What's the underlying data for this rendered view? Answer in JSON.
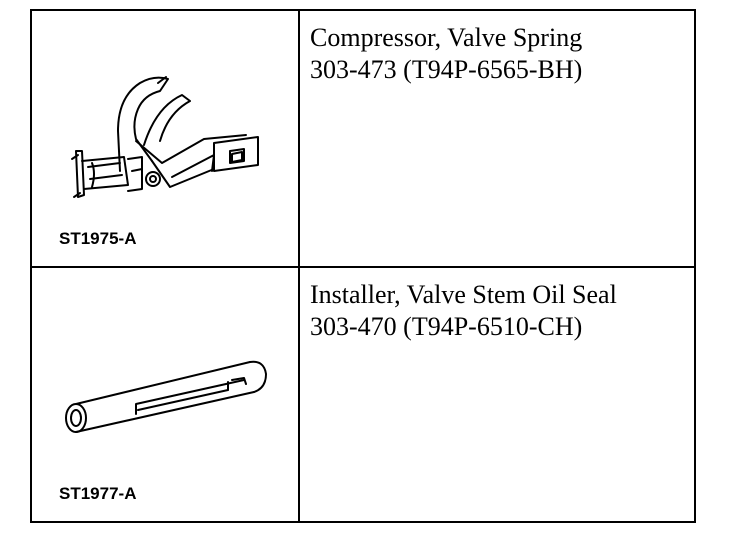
{
  "tools": [
    {
      "illustration_code": "ST1975-A",
      "illustration_icon": "valve-spring-compressor-icon",
      "name": "Compressor, Valve Spring",
      "number": "303-473 (T94P-6565-BH)"
    },
    {
      "illustration_code": "ST1977-A",
      "illustration_icon": "valve-stem-oil-seal-installer-icon",
      "name": "Installer, Valve Stem Oil Seal",
      "number": "303-470 (T94P-6510-CH)"
    }
  ]
}
